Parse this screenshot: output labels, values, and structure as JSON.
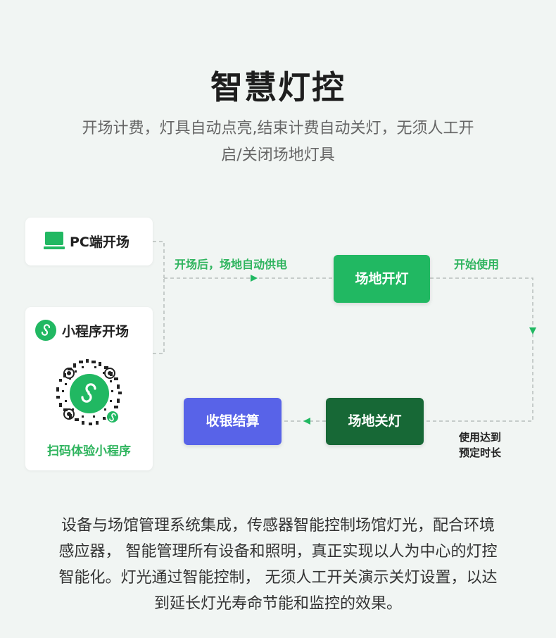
{
  "header": {
    "title": "智慧灯控",
    "subtitle_line1": "开场计费，灯具自动点亮,结束计费自动关灯，无须人工开",
    "subtitle_line2": "启/关闭场地灯具"
  },
  "entry": {
    "pc_label": "PC端开场",
    "mini_label": "小程序开场",
    "scan_label": "扫码体验小程序"
  },
  "flow": {
    "label_power": "开场后，场地自动供电",
    "label_start_use": "开始使用",
    "venue_on": "场地开灯",
    "venue_off": "场地关灯",
    "cashier": "收银结算",
    "label_time_line1": "使用达到",
    "label_time_line2": "预定时长"
  },
  "description": {
    "line1": "设备与场馆管理系统集成，传感器智能控制场馆灯光，配合环境",
    "line2": "感应器， 智能管理所有设备和照明，真正实现以人为中心的灯控",
    "line3": "智能化。灯光通过智能控制， 无须人工开关演示关灯设置，以达",
    "line4": "到延长灯光寿命节能和监控的效果。"
  },
  "colors": {
    "accent_green": "#21b862",
    "dark_green": "#176836",
    "indigo": "#5863e8",
    "label_green": "#2fb45e"
  }
}
